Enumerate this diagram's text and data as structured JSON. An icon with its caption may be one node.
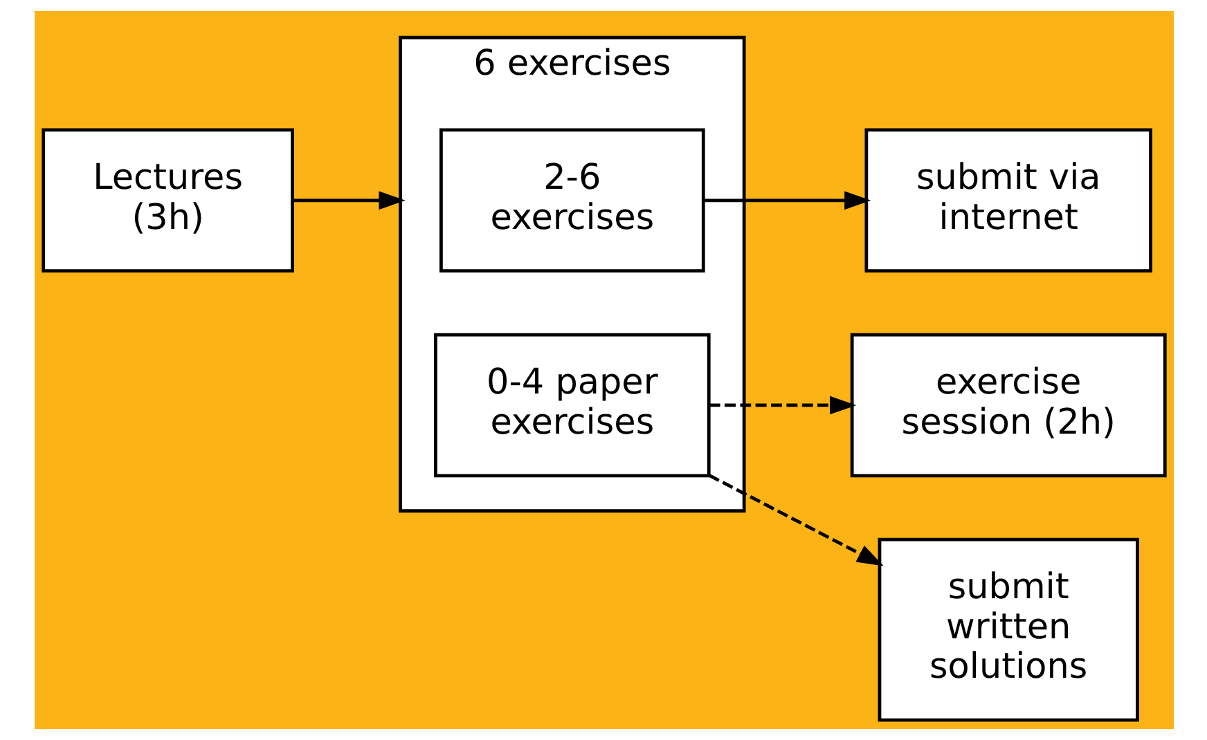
{
  "diagram": {
    "nodes": [
      {
        "text": [
          "Lectures (3h)"
        ]
      },
      {
        "text": [
          "6 exercises"
        ]
      },
      {
        "text": [
          "2-6 exercises"
        ],
        "in": 1
      },
      {
        "text": [
          "0-4 paper exercises"
        ],
        "in": 1
      },
      {
        "text": [
          "submit via internet"
        ]
      },
      {
        "text": [
          "exercise session (2h)"
        ]
      },
      {
        "text": [
          "submit written solutions"
        ]
      }
    ],
    "edges": [
      {
        "from": 0,
        "to": 1,
        "arrow": "to"
      },
      {
        "from": 2,
        "to": 4,
        "arrow": "to"
      },
      {
        "from": 3,
        "to": 5,
        "arrow": "to",
        "style": "dashed"
      },
      {
        "from": 3,
        "to": 6,
        "arrow": "to",
        "style": "dashed"
      }
    ]
  }
}
